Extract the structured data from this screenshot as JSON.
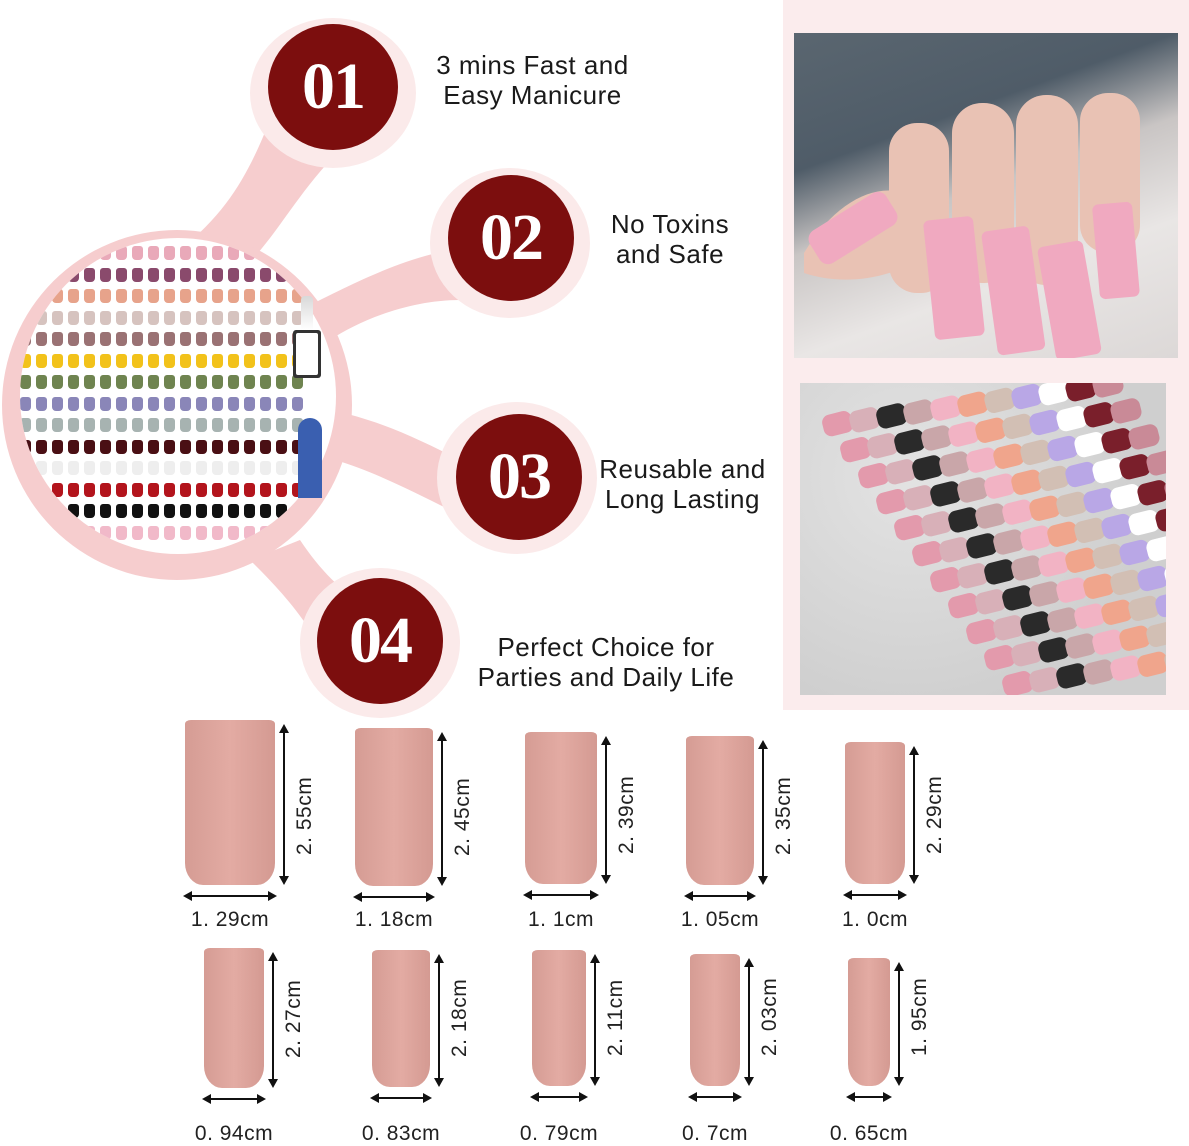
{
  "features": [
    {
      "number": "01",
      "text": "3 mins Fast and\n Easy Manicure"
    },
    {
      "number": "02",
      "text": "No Toxins\n and Safe"
    },
    {
      "number": "03",
      "text": "Reusable and\n Long Lasting"
    },
    {
      "number": "04",
      "text": "Perfect Choice for\nParties and Daily Life"
    }
  ],
  "colors": {
    "badge": "#7c0e0e",
    "branch_pink": "#f6cdce",
    "halo": "#fbeaea",
    "photo_panel": "#fbeced",
    "nail_tone": "#dca39b"
  },
  "palette": {
    "swatch_rows": [
      "#e9a9b9",
      "#8a4a6c",
      "#e7a38b",
      "#d6c3bf",
      "#9a7274",
      "#f2c21a",
      "#6f8450",
      "#8a86b8",
      "#a7b3b1",
      "#4a0f14",
      "#eeeeee",
      "#b3141c",
      "#111111",
      "#f1b9c9"
    ],
    "accessories": [
      "nail-glue-bottle",
      "nail-file"
    ]
  },
  "photos": [
    {
      "name": "hand-with-pink-nails",
      "alt": "Hand wearing long square pink press-on nails"
    },
    {
      "name": "nail-tips-display",
      "alt": "Fan of multicolor press-on nail tip sets"
    }
  ],
  "size_chart": {
    "row1": [
      {
        "length": "2. 55cm",
        "width": "1. 29cm"
      },
      {
        "length": "2. 45cm",
        "width": "1. 18cm"
      },
      {
        "length": "2. 39cm",
        "width": "1. 1cm"
      },
      {
        "length": "2. 35cm",
        "width": "1. 05cm"
      },
      {
        "length": "2. 29cm",
        "width": "1. 0cm"
      }
    ],
    "row2": [
      {
        "length": "2. 27cm",
        "width": "0. 94cm"
      },
      {
        "length": "2. 18cm",
        "width": "0. 83cm"
      },
      {
        "length": "2. 11cm",
        "width": "0. 79cm"
      },
      {
        "length": "2. 03cm",
        "width": "0. 7cm"
      },
      {
        "length": "1. 95cm",
        "width": "0. 65cm"
      }
    ]
  }
}
